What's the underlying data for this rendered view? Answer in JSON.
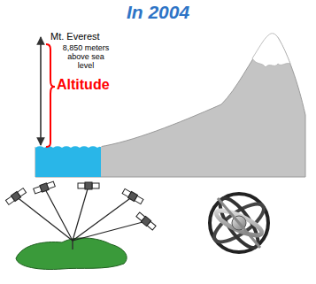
{
  "diagram": {
    "title": "In 2004",
    "labels": [
      "Mt. Everest",
      "8,850 meters above sea level",
      "Altitude"
    ]
  }
}
